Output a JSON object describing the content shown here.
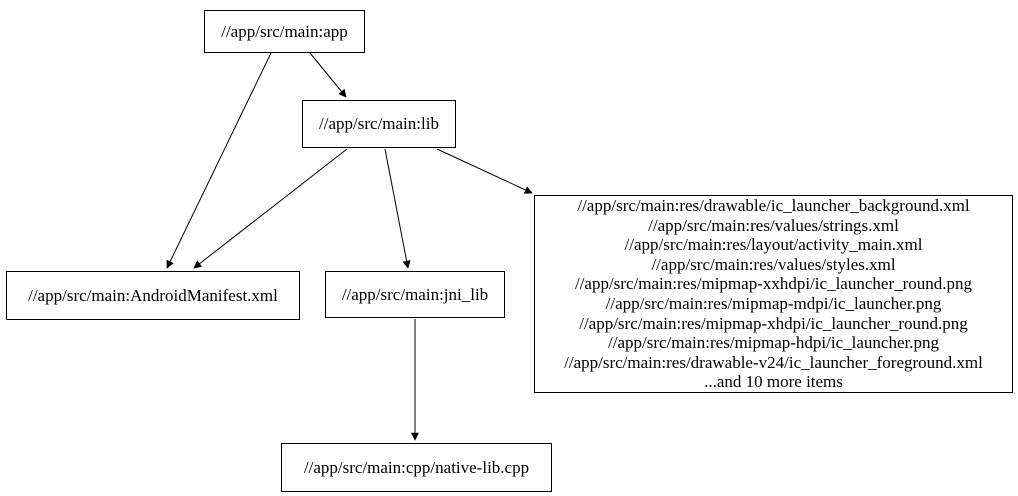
{
  "diagram": {
    "type": "dependency-graph",
    "colors": {
      "background": "#ffffff",
      "node_border": "#000000",
      "text": "#000000",
      "edge": "#000000"
    },
    "nodes": {
      "app": {
        "label": "//app/src/main:app"
      },
      "lib": {
        "label": "//app/src/main:lib"
      },
      "manifest": {
        "label": "//app/src/main:AndroidManifest.xml"
      },
      "jni_lib": {
        "label": "//app/src/main:jni_lib"
      },
      "native_lib": {
        "label": "//app/src/main:cpp/native-lib.cpp"
      },
      "resources": {
        "lines": [
          "//app/src/main:res/drawable/ic_launcher_background.xml",
          "//app/src/main:res/values/strings.xml",
          "//app/src/main:res/layout/activity_main.xml",
          "//app/src/main:res/values/styles.xml",
          "//app/src/main:res/mipmap-xxhdpi/ic_launcher_round.png",
          "//app/src/main:res/mipmap-mdpi/ic_launcher.png",
          "//app/src/main:res/mipmap-xhdpi/ic_launcher_round.png",
          "//app/src/main:res/mipmap-hdpi/ic_launcher.png",
          "//app/src/main:res/drawable-v24/ic_launcher_foreground.xml",
          "...and 10 more items"
        ]
      }
    },
    "edges": [
      {
        "from": "app",
        "to": "lib"
      },
      {
        "from": "app",
        "to": "manifest"
      },
      {
        "from": "lib",
        "to": "manifest"
      },
      {
        "from": "lib",
        "to": "jni_lib"
      },
      {
        "from": "lib",
        "to": "resources"
      },
      {
        "from": "jni_lib",
        "to": "native_lib"
      }
    ]
  }
}
